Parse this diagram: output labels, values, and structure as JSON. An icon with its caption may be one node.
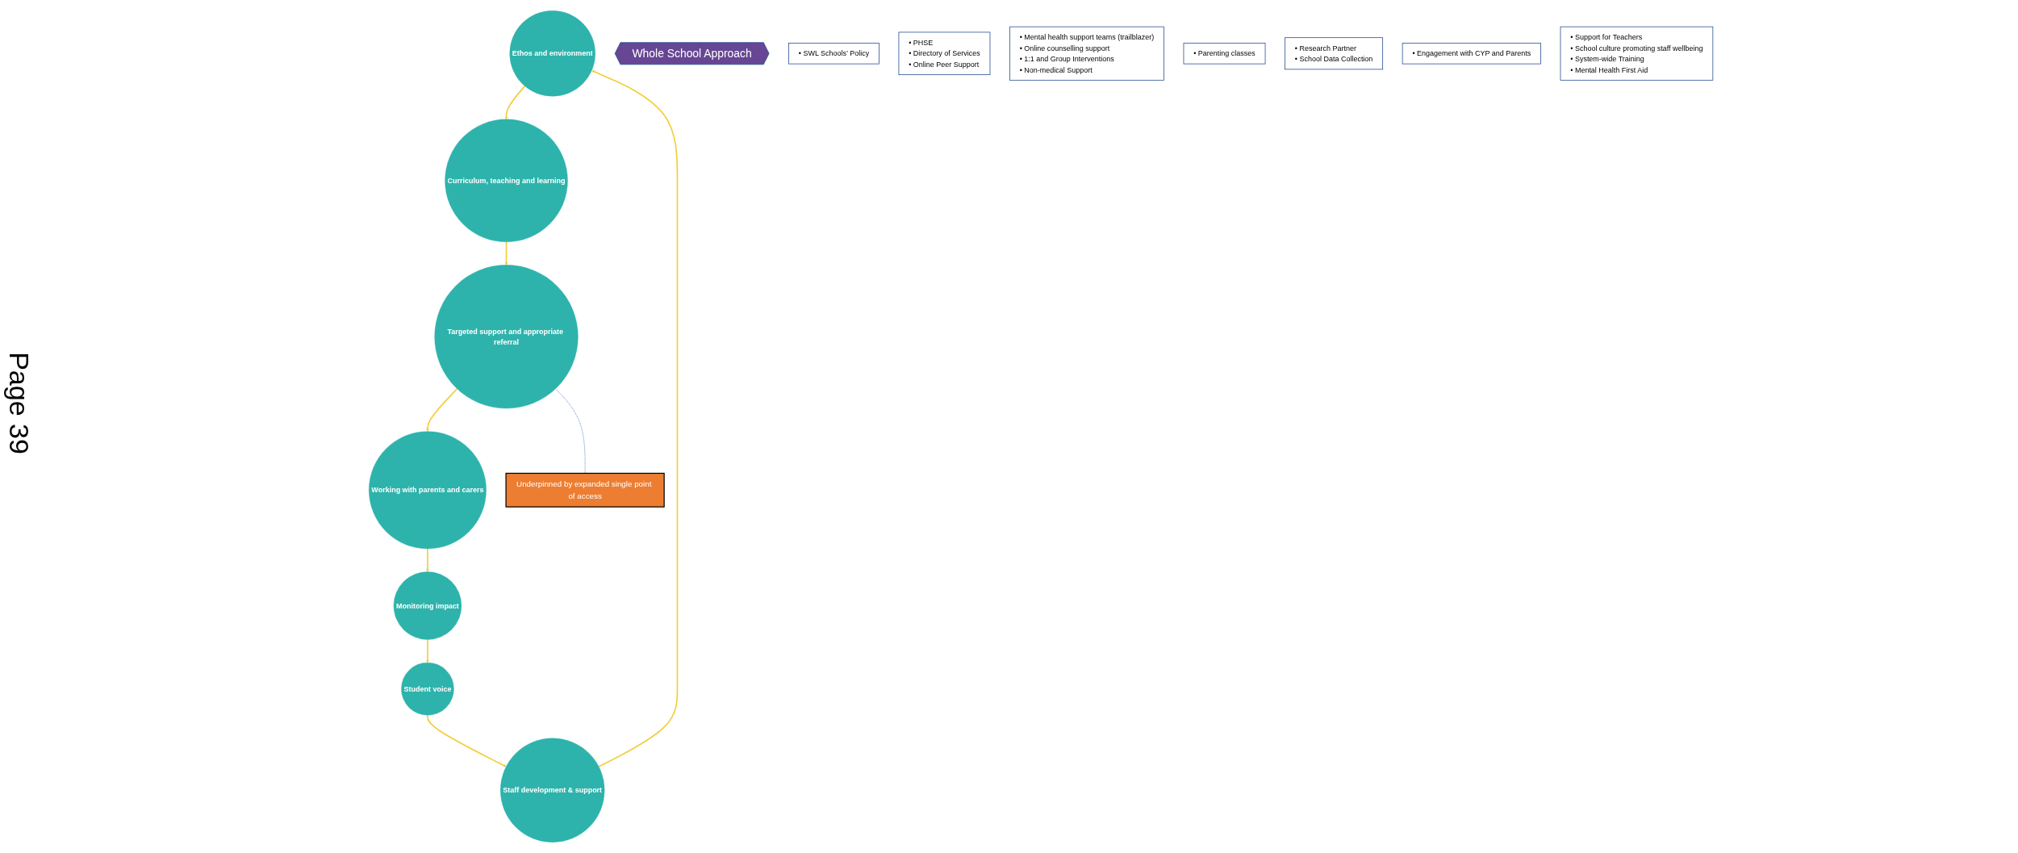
{
  "diagram": {
    "nodes": [
      {
        "text": [
          "Ethos and environment"
        ]
      },
      {
        "text": [
          "Curriculum, teaching and learning"
        ]
      },
      {
        "text": [
          "Targeted support and appropriate referral"
        ]
      },
      {
        "text": [
          "Working with parents and carers"
        ]
      },
      {
        "text": [
          "Monitoring impact"
        ]
      },
      {
        "text": [
          "Student voice"
        ]
      },
      {
        "text": [
          "Staff development & support"
        ]
      },
      {
        "text": [
          "Whole School Approach"
        ]
      },
      {
        "text": [
          "• SWL Schools’ Policy"
        ]
      },
      {
        "text": [
          "• PHSE",
          "• Directory of Services",
          "• Online Peer Support"
        ]
      },
      {
        "text": [
          "• Mental health support teams (trailblazer)",
          "• Online counselling support",
          "• 1:1 and Group Interventions",
          "• Non-medical Support"
        ]
      },
      {
        "text": [
          "• Parenting classes"
        ]
      },
      {
        "text": [
          "• Research Partner",
          "• School Data Collection"
        ]
      },
      {
        "text": [
          "• Engagement with CYP and Parents"
        ]
      },
      {
        "text": [
          "• Support for Teachers",
          "• School culture promoting staff wellbeing",
          "• System-wide Training",
          "• Mental Health First Aid"
        ]
      },
      {
        "text": [
          "Underpinned by expanded single point of access"
        ]
      }
    ],
    "edges": [
      {
        "from": 0,
        "to": 1,
        "arrow": "to"
      },
      {
        "from": 1,
        "to": 2,
        "arrow": "to"
      },
      {
        "from": 2,
        "to": 3,
        "arrow": "to"
      },
      {
        "from": 3,
        "to": 4,
        "arrow": "to"
      },
      {
        "from": 4,
        "to": 5,
        "arrow": "to"
      },
      {
        "from": 5,
        "to": 6,
        "arrow": "to"
      },
      {
        "from": 6,
        "to": 0,
        "arrow": "to"
      },
      {
        "from": 2,
        "to": 15,
        "arrow": "none",
        "style": "dashed",
        "color": "#4472c4"
      }
    ],
    "labels": [
      "Page 39"
    ]
  }
}
